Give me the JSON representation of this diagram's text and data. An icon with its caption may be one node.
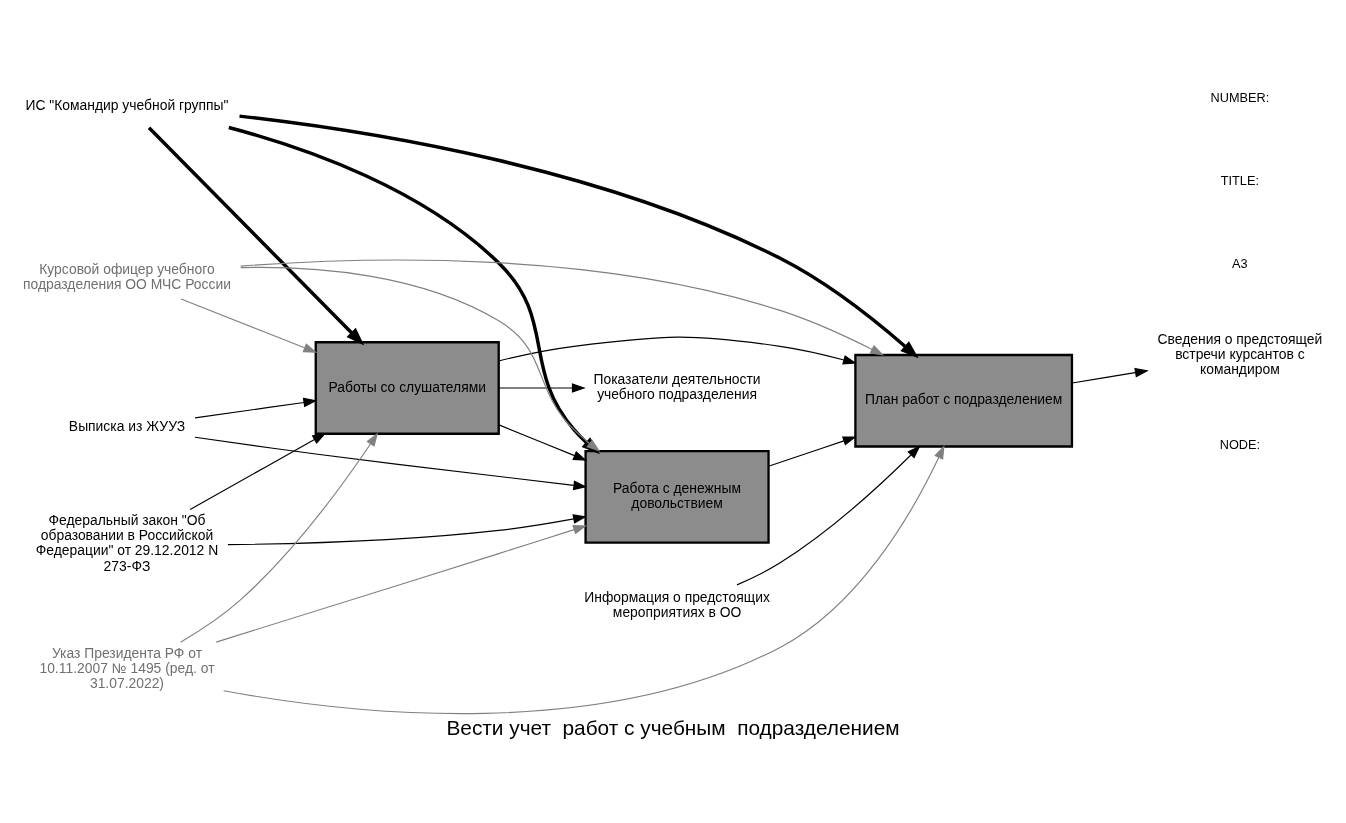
{
  "diagram": {
    "title": "Вести учет  работ с учебным  подразделением",
    "nodes": [
      {
        "text": [
          "Работы со слушателями"
        ]
      },
      {
        "text": [
          "Работа с денежным довольствием"
        ]
      },
      {
        "text": [
          "План работ с подразделением"
        ]
      },
      {
        "text": [
          "Выписка из ЖУУЗ"
        ]
      },
      {
        "text": [
          "Федеральный закон \"Об образовании в Российской Федерации\" от 29.12.2012 N 273-ФЗ"
        ]
      },
      {
        "text": [
          "Указ Президента РФ от 10.11.2007 № 1495 (ред. от 31.07.2022)"
        ]
      },
      {
        "text": [
          "Показатели деятельности учебного подразделения"
        ]
      },
      {
        "text": [
          "Информация о предстоящих мероприятиях в ОО"
        ]
      },
      {
        "text": [
          "Сведения о предстоящей встречи курсантов с командиром"
        ]
      },
      {
        "text": [
          "ИС \"Командир учебной группы\""
        ]
      },
      {
        "text": [
          "Курсовой офицер учебного подразделения ОО МЧС России"
        ]
      }
    ],
    "edges": [
      {
        "from": 3,
        "to": 0,
        "arrow": "to"
      },
      {
        "from": 3,
        "to": 1,
        "arrow": "to"
      },
      {
        "from": 4,
        "to": 0,
        "arrow": "to"
      },
      {
        "from": 4,
        "to": 1,
        "arrow": "to"
      },
      {
        "from": 5,
        "to": 0,
        "arrow": "to",
        "color": "#808080"
      },
      {
        "from": 5,
        "to": 1,
        "arrow": "to",
        "color": "#808080"
      },
      {
        "from": 5,
        "to": 2,
        "arrow": "to",
        "color": "#808080"
      },
      {
        "from": 0,
        "to": 6,
        "arrow": "to"
      },
      {
        "from": 0,
        "to": 1,
        "arrow": "to"
      },
      {
        "from": 0,
        "to": 2,
        "arrow": "to"
      },
      {
        "from": 1,
        "to": 2,
        "arrow": "to"
      },
      {
        "from": 7,
        "to": 2,
        "arrow": "to"
      },
      {
        "from": 2,
        "to": 8,
        "arrow": "to"
      },
      {
        "from": 9,
        "to": 0,
        "arrow": "to",
        "style": "thick"
      },
      {
        "from": 9,
        "to": 1,
        "arrow": "to",
        "style": "thick"
      },
      {
        "from": 9,
        "to": 2,
        "arrow": "to",
        "style": "thick"
      },
      {
        "from": 10,
        "to": 0,
        "arrow": "to",
        "color": "#808080"
      },
      {
        "from": 10,
        "to": 1,
        "arrow": "to",
        "color": "#808080"
      },
      {
        "from": 10,
        "to": 2,
        "arrow": "to",
        "color": "#808080"
      }
    ],
    "labels": [
      "NODE:",
      "A3",
      "TITLE:",
      "NUMBER:"
    ]
  }
}
